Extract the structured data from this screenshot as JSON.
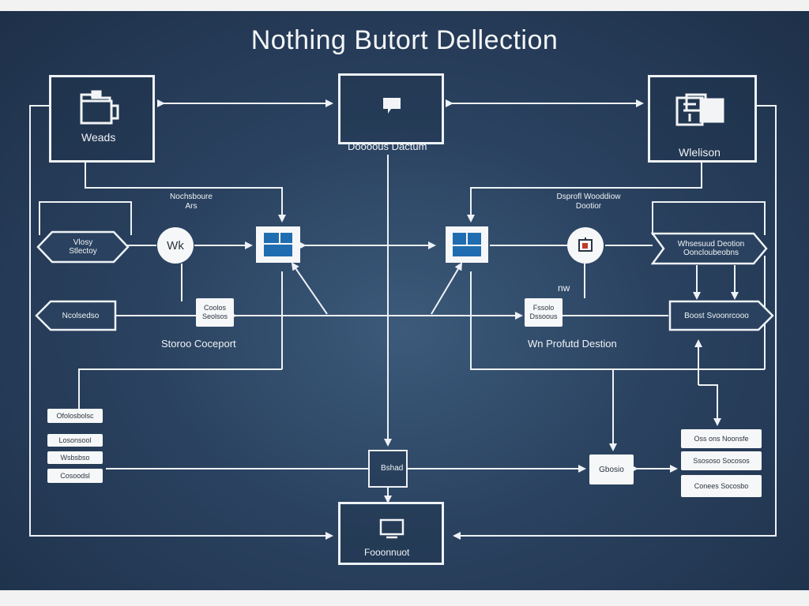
{
  "title": "Nothing Butort Dellection",
  "nodes": {
    "top_left": {
      "label": "Weads",
      "icon": "folder-stack-icon"
    },
    "top_center": {
      "label": "Doooous Dactum",
      "icon": "cursor-window-icon"
    },
    "top_right": {
      "label": "Wlelison",
      "icon": "window-stack-icon"
    },
    "left_hex": {
      "line1": "Vlosy",
      "line2": "Stlectoy"
    },
    "left_circle": {
      "label": "Wk"
    },
    "left_tag": {
      "label": "Ncolsedso"
    },
    "left_small": {
      "line1": "Coolos",
      "line2": "Seolsos"
    },
    "left_caption": "Storoo Coceport",
    "left_note": {
      "line1": "Nochsboure",
      "line2": "Ars"
    },
    "center_note": {
      "line1": "Dsprofl Wooddiow",
      "line2": "Dootior"
    },
    "right_circle": {
      "icon": "photo-icon"
    },
    "right_small": {
      "line1": "Fssolo",
      "line2": "Dssoous"
    },
    "right_caption": "Wn Profutd Destion",
    "nw_label": "nw",
    "right_hex_top": {
      "line1": "Whsesuud Deotion",
      "line2": "Ooncloubeobns"
    },
    "right_hex_bottom": {
      "label": "Boost Svoonrcooo"
    },
    "left_list": [
      "Ofolosbolsc",
      "Losonsool",
      "Wsbsbso",
      "Cosoodsl"
    ],
    "center_small": {
      "label": "Bshad"
    },
    "right_small_bottom": {
      "label": "Gbosio"
    },
    "right_list": [
      "Oss ons Noonsfe",
      "Ssososo Socosos",
      "Conees Socosbo"
    ],
    "bottom_center": {
      "label": "Fooonnuot",
      "icon": "monitor-icon"
    }
  },
  "colors": {
    "background": "#2a4260",
    "line": "#eef2f6",
    "accent_blue": "#1f6db0"
  }
}
